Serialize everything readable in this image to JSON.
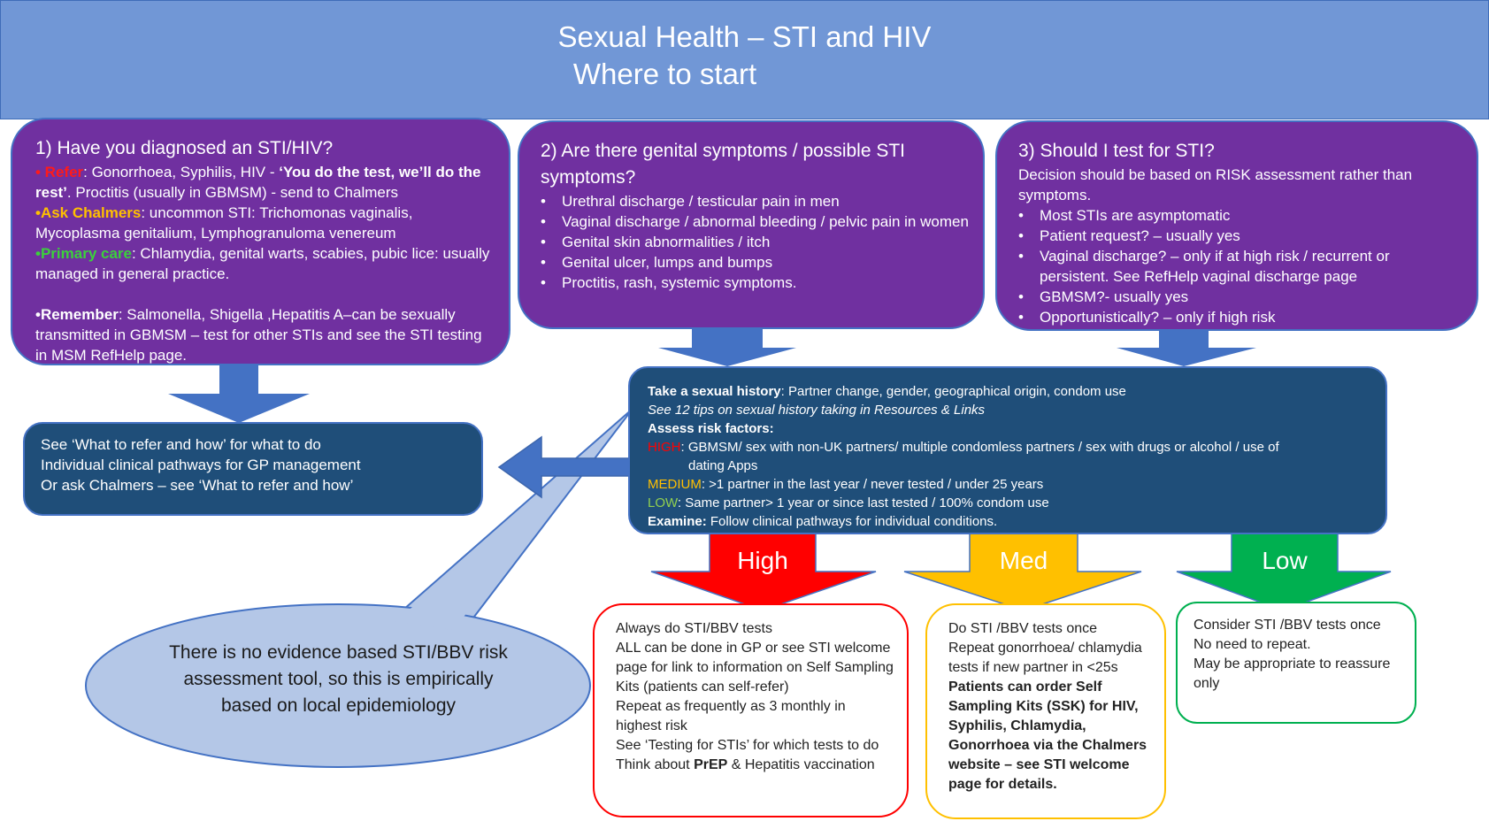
{
  "header": {
    "title_line1": "Sexual Health – STI and HIV",
    "title_line2": "Where to start"
  },
  "box1": {
    "heading": "1) Have you diagnosed an STI/HIV?",
    "refer_label": "• Refer",
    "refer_text": ":     Gonorrhoea, Syphilis,  HIV  - ",
    "refer_bold": "‘You do the test, we’ll do the rest’",
    "refer_tail": ". Proctitis (usually in GBMSM) - send to Chalmers",
    "ask_label": "•Ask Chalmers",
    "ask_text": ":  uncommon STI: Trichomonas vaginalis, Mycoplasma genitalium, Lymphogranuloma venereum",
    "primary_label": "•Primary care",
    "primary_text": ": Chlamydia, genital warts, scabies, pubic lice: usually  managed in general practice.",
    "remember_label": "•Remember",
    "remember_text": ": Salmonella, Shigella ,Hepatitis A–can be sexually transmitted in GBMSM – test for other STIs and see the STI testing in MSM RefHelp page."
  },
  "box2": {
    "heading": "2) Are there genital symptoms / possible STI symptoms?",
    "items": [
      "Urethral discharge / testicular pain in men",
      "Vaginal discharge / abnormal bleeding / pelvic pain in women",
      "Genital skin abnormalities / itch",
      "Genital ulcer, lumps and bumps",
      "Proctitis, rash, systemic symptoms."
    ]
  },
  "box3": {
    "heading": "3) Should I test for STI?",
    "intro": "Decision should be based on RISK assessment rather than symptoms.",
    "items": [
      "Most STIs are asymptomatic",
      "Patient request? – usually yes",
      "Vaginal discharge? – only if at high risk / recurrent or persistent. See RefHelp  vaginal discharge page",
      "GBMSM?- usually yes",
      "Opportunistically? – only if high risk"
    ]
  },
  "refer_box": {
    "lines": [
      "See ‘What to refer and how’ for what to do",
      "Individual clinical pathways for  GP management",
      "Or ask Chalmers – see ‘What to refer and how’"
    ]
  },
  "history_box": {
    "l1_bold": "Take a  sexual history",
    "l1_text": ": Partner change, gender, geographical origin, condom use",
    "l2_italic": "See 12 tips on sexual history taking in Resources & Links",
    "l3_bold": "Assess risk factors:",
    "high_label": "HIGH",
    "high_text": ": GBMSM/ sex with non-UK partners/ multiple condomless partners / sex with drugs or alcohol / use of",
    "high_text2": "dating Apps",
    "medium_label": "MEDIUM",
    "medium_text": ": >1 partner in the last year / never tested / under 25 years",
    "low_label": "LOW",
    "low_text": ": Same partner> 1 year or since last tested / 100% condom use",
    "examine_bold": "Examine:",
    "examine_text": " Follow  clinical pathways for individual conditions."
  },
  "callout": {
    "text": "There is no evidence based STI/BBV risk  assessment tool, so  this is empirically based on local epidemiology"
  },
  "arrows": {
    "high": "High",
    "med": "Med",
    "low": "Low"
  },
  "high_box": {
    "lines": [
      "Always do STI/BBV tests",
      "ALL can be done in GP or see STI welcome page for link to information on Self Sampling Kits (patients can self-refer)",
      "Repeat as frequently as 3 monthly in highest risk",
      "See ‘Testing for STIs’ for which tests to do"
    ],
    "last_pre": "Think about ",
    "last_bold": "PrEP",
    "last_post": " & Hepatitis vaccination"
  },
  "med_box": {
    "lines": [
      "Do STI /BBV tests once",
      "Repeat gonorrhoea/ chlamydia tests if new partner in <25s"
    ],
    "bold": "Patients can order Self Sampling Kits (SSK) for HIV, Syphilis, Chlamydia, Gonorrhoea via the Chalmers website – see STI welcome page for details."
  },
  "low_box": {
    "lines": [
      "Consider STI /BBV tests once",
      "No need to repeat.",
      "May be appropriate to reassure only"
    ]
  },
  "colors": {
    "banner": "#7197d6",
    "purple": "#7030a0",
    "navy": "#1f4e79",
    "arrow_blue": "#4472c4",
    "high": "#ff0000",
    "med": "#ffc000",
    "low": "#00b050",
    "callout": "#b4c7e7"
  }
}
